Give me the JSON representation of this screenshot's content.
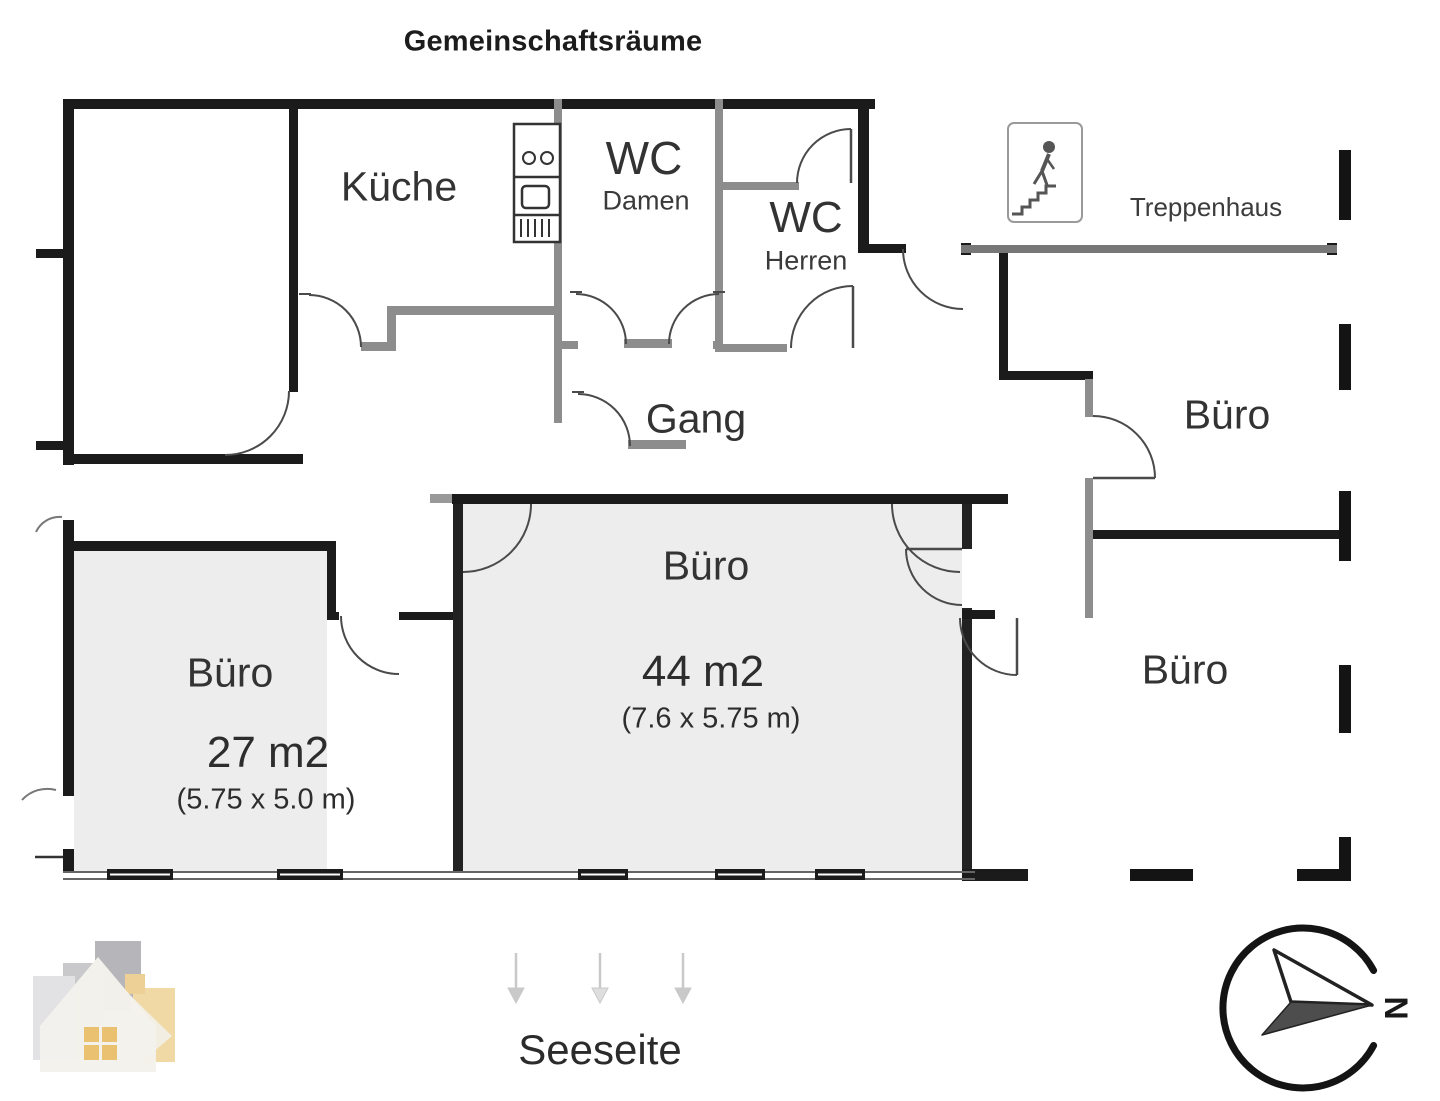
{
  "title": "Gemeinschaftsräume",
  "rooms": {
    "kueche": {
      "label": "Küche"
    },
    "wc_damen": {
      "line1": "WC",
      "line2": "Damen"
    },
    "wc_herren": {
      "line1": "WC",
      "line2": "Herren"
    },
    "gang": {
      "label": "Gang"
    },
    "buero_top_right": {
      "label": "Büro"
    },
    "buero_mid_right": {
      "label": "Büro"
    },
    "buero_44": {
      "label": "Büro",
      "area": "44 m2",
      "dims": "(7.6  x 5.75 m)"
    },
    "buero_27": {
      "label": "Büro",
      "area": "27 m2",
      "dims": "(5.75  x 5.0 m)"
    }
  },
  "annotations": {
    "treppenhaus": "Treppenhaus",
    "seeseite": "Seeseite"
  },
  "compass": {
    "north_label": "N"
  },
  "icons": {
    "stairs": "stairs-icon",
    "north_arrow": "north-arrow-compass-icon",
    "logo": "house-logo-icon",
    "sea_arrows": "down-arrow-icon"
  },
  "colors": {
    "room_fill": "#ededed",
    "wall_black": "#1b1b1b",
    "wall_gray": "#8d8d8d",
    "door_arc": "#4a4a4a",
    "arrow_gray": "#c9c9c9",
    "logo_gray": "#b6b6ba",
    "logo_tan": "#f0d9a4",
    "logo_window": "#e9c170",
    "needle_dark": "#4d4d4d"
  }
}
